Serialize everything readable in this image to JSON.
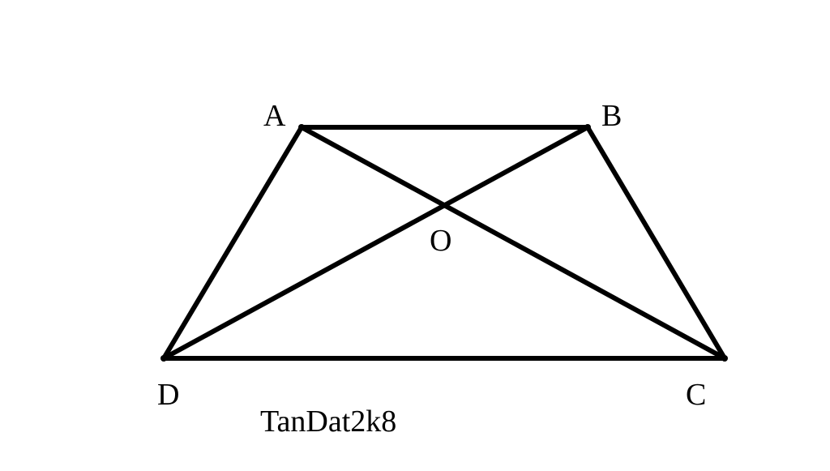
{
  "figure": {
    "vertices": {
      "A": "A",
      "B": "B",
      "C": "C",
      "D": "D",
      "O": "O"
    },
    "segments": [
      "AB",
      "BC",
      "CD",
      "DA",
      "AC",
      "BD"
    ],
    "watermark": "TanDat2k8",
    "stroke_color": "#000000",
    "background_color": "#ffffff"
  }
}
